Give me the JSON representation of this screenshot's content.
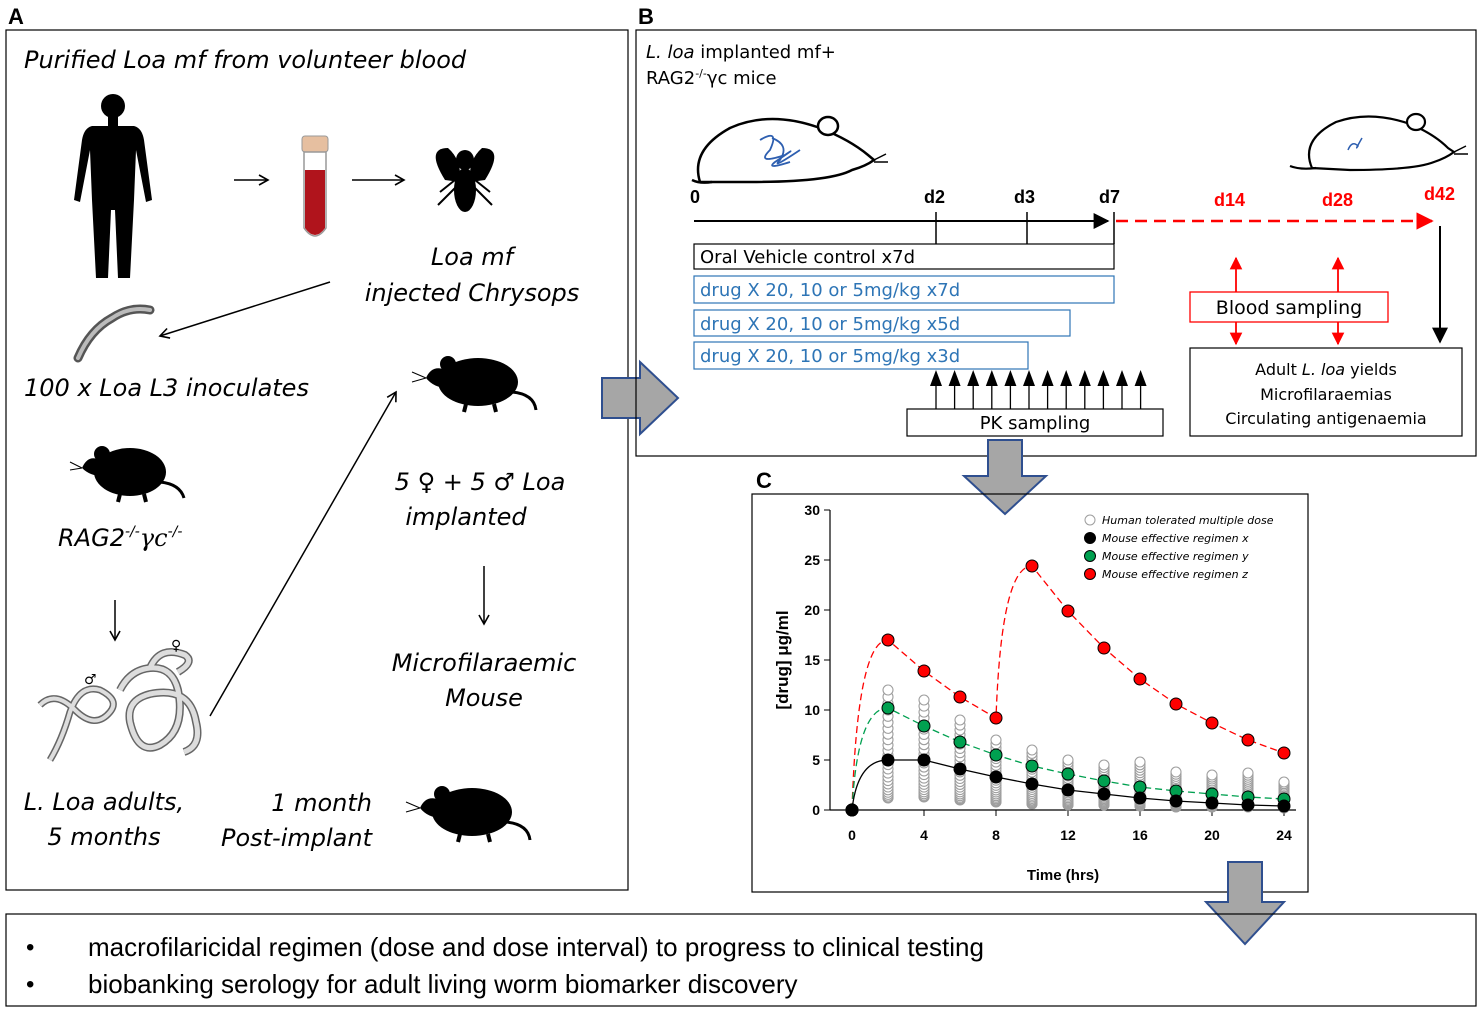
{
  "colors": {
    "blue": "#2E75B6",
    "red": "#FF0000",
    "black": "#000000",
    "arrow_fill": "#A6A6A6",
    "arrow_stroke": "#2F4F8F",
    "green": "#00A050",
    "grey": "#9E9E9E"
  },
  "icons": [
    "human-silhouette-icon",
    "blood-tube-icon",
    "fly-icon",
    "larva-worm-icon",
    "mouse-silhouette-icon",
    "adult-worms-icon",
    "mouse-outline-icon"
  ],
  "panel_a": {
    "label": "A",
    "title": "Purified Loa mf from volunteer blood",
    "fly_caption": [
      "Loa mf",
      "injected Chrysops"
    ],
    "l3_caption": "100 x Loa L3 inoculates",
    "mouse_strain": "RAG2",
    "mouse_strain_sup1": "-/-",
    "mouse_strain_gamma": "γc",
    "mouse_strain_sup2": "-/-",
    "female_symbol": "♀",
    "male_symbol": "♂",
    "implanted_caption_line1": "5 ♀ + 5 ♂ Loa",
    "implanted_caption_line2": "implanted",
    "microfilaraemic": [
      "Microfilaraemic",
      "Mouse"
    ],
    "adults_caption": [
      "L. Loa adults,",
      "5 months"
    ],
    "post_implant": [
      "1 month",
      "Post-implant"
    ]
  },
  "panel_b": {
    "label": "B",
    "header_italic": "L. loa",
    "header_rest": " implanted mf+",
    "header_line2_a": "RAG2",
    "header_line2_sup": "-/-",
    "header_line2_b": "γc mice",
    "timeline": {
      "t0": "0",
      "d2": "d2",
      "d3": "d3",
      "d7": "d7",
      "d14": "d14",
      "d28": "d28",
      "d42": "d42"
    },
    "vehicle": "Oral Vehicle control x7d",
    "regimens": [
      "drug X 20, 10 or 5mg/kg x7d",
      "drug X 20, 10 or 5mg/kg x5d",
      "drug X 20, 10 or 5mg/kg x3d"
    ],
    "pk_sampling": "PK sampling",
    "blood_sampling": "Blood sampling",
    "outcomes_prefix": "Adult ",
    "outcomes_italic": "L. loa",
    "outcomes_suffix": " yields",
    "outcomes": [
      "Microfilaraemias",
      "Circulating antigenaemia"
    ]
  },
  "panel_c": {
    "label": "C"
  },
  "chart_data": {
    "type": "scatter",
    "xlabel": "Time (hrs)",
    "ylabel": "[drug] μg/ml",
    "xlim": [
      0,
      24
    ],
    "ylim": [
      0,
      30
    ],
    "xticks": [
      0,
      4,
      8,
      12,
      16,
      20,
      24
    ],
    "yticks": [
      0,
      5,
      10,
      15,
      20,
      25,
      30
    ],
    "legend_position": "top-right",
    "series": [
      {
        "name": "Human tolerated multiple dose",
        "style": "open-grey",
        "x": [
          2,
          4,
          6,
          8,
          10,
          12,
          14,
          16,
          18,
          20,
          22,
          24
        ],
        "y_ranges": [
          [
            1.2,
            12
          ],
          [
            1.3,
            11
          ],
          [
            1.0,
            9
          ],
          [
            0.8,
            7
          ],
          [
            0.6,
            6
          ],
          [
            0.5,
            5
          ],
          [
            0.5,
            4.5
          ],
          [
            0.4,
            4.8
          ],
          [
            0.3,
            3.8
          ],
          [
            0.3,
            3.5
          ],
          [
            0.3,
            3.7
          ],
          [
            0.2,
            2.8
          ]
        ]
      },
      {
        "name": "Mouse effective regimen x",
        "color": "#000000",
        "x": [
          0,
          2,
          4,
          6,
          8,
          10,
          12,
          14,
          16,
          18,
          20,
          22,
          24
        ],
        "y": [
          0,
          5.0,
          5.0,
          4.1,
          3.3,
          2.6,
          2.0,
          1.6,
          1.2,
          0.9,
          0.7,
          0.5,
          0.4
        ]
      },
      {
        "name": "Mouse effective regimen y",
        "color": "#00A050",
        "x": [
          0,
          2,
          4,
          6,
          8,
          10,
          12,
          14,
          16,
          18,
          20,
          22,
          24
        ],
        "y": [
          0,
          10.2,
          8.4,
          6.8,
          5.5,
          4.4,
          3.6,
          2.9,
          2.3,
          1.9,
          1.6,
          1.3,
          1.1
        ]
      },
      {
        "name": "Mouse effective regimen z",
        "color": "#FF0000",
        "x": [
          0,
          2,
          4,
          6,
          8,
          10,
          12,
          14,
          16,
          18,
          20,
          22,
          24
        ],
        "y": [
          0,
          17.0,
          13.9,
          11.3,
          9.2,
          24.4,
          19.9,
          16.2,
          13.1,
          10.6,
          8.7,
          7.0,
          5.7
        ]
      }
    ]
  },
  "conclusions": {
    "bullet": "•",
    "items": [
      "macrofilaricidal regimen (dose and dose interval) to progress to clinical testing",
      "biobanking serology for adult living worm biomarker discovery"
    ]
  }
}
